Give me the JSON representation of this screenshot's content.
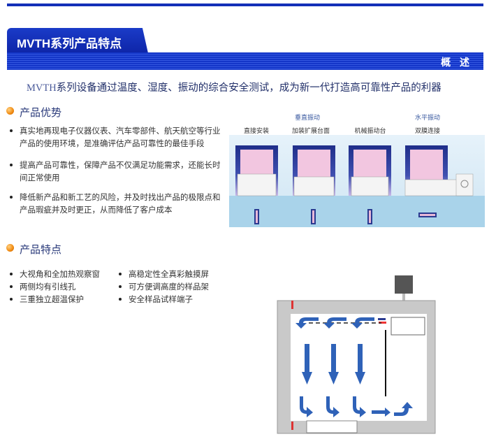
{
  "header": {
    "title": "MVTH系列产品特点",
    "section_label": "概 述"
  },
  "intro": {
    "model": "MVTH",
    "text": "系列设备通过温度、湿度、振动的综合安全测试，成为新一代打造高可靠性产品的利器"
  },
  "advantages": {
    "heading": "产品优势",
    "items": [
      {
        "line1": "真实地再现电子仪器仪表、汽车零部件、航天航空等行业",
        "line2": "产品的使用环境，是准确评估产品可靠性的最佳手段"
      },
      {
        "line1": "提高产品可靠性，保障产品不仅满足功能需求，还能长时",
        "line2": "间正常使用"
      },
      {
        "line1": "降低新产品和新工艺的风险，并及时找出产品的极限点和",
        "line2": "产品瑕疵并及时更正，从而降低了客户成本"
      }
    ]
  },
  "features": {
    "heading": "产品特点",
    "left": [
      "大视角和全加热观察窗",
      "两侧均有引线孔",
      "三重独立超温保护"
    ],
    "right": [
      "高稳定性全真彩触摸屏",
      "可方便调高度的样品架",
      "安全样品试样端子"
    ]
  },
  "vibration_figure": {
    "group_labels": {
      "vertical": "垂直振动",
      "horizontal": "水平振动"
    },
    "configs": [
      "直接安装",
      "加装扩展台面",
      "机械振动台",
      "双膜连接"
    ]
  },
  "colors": {
    "brand_blue": "#1330b8",
    "accent_orange": "#f08a10",
    "airflow_blue": "#2f62b8"
  }
}
